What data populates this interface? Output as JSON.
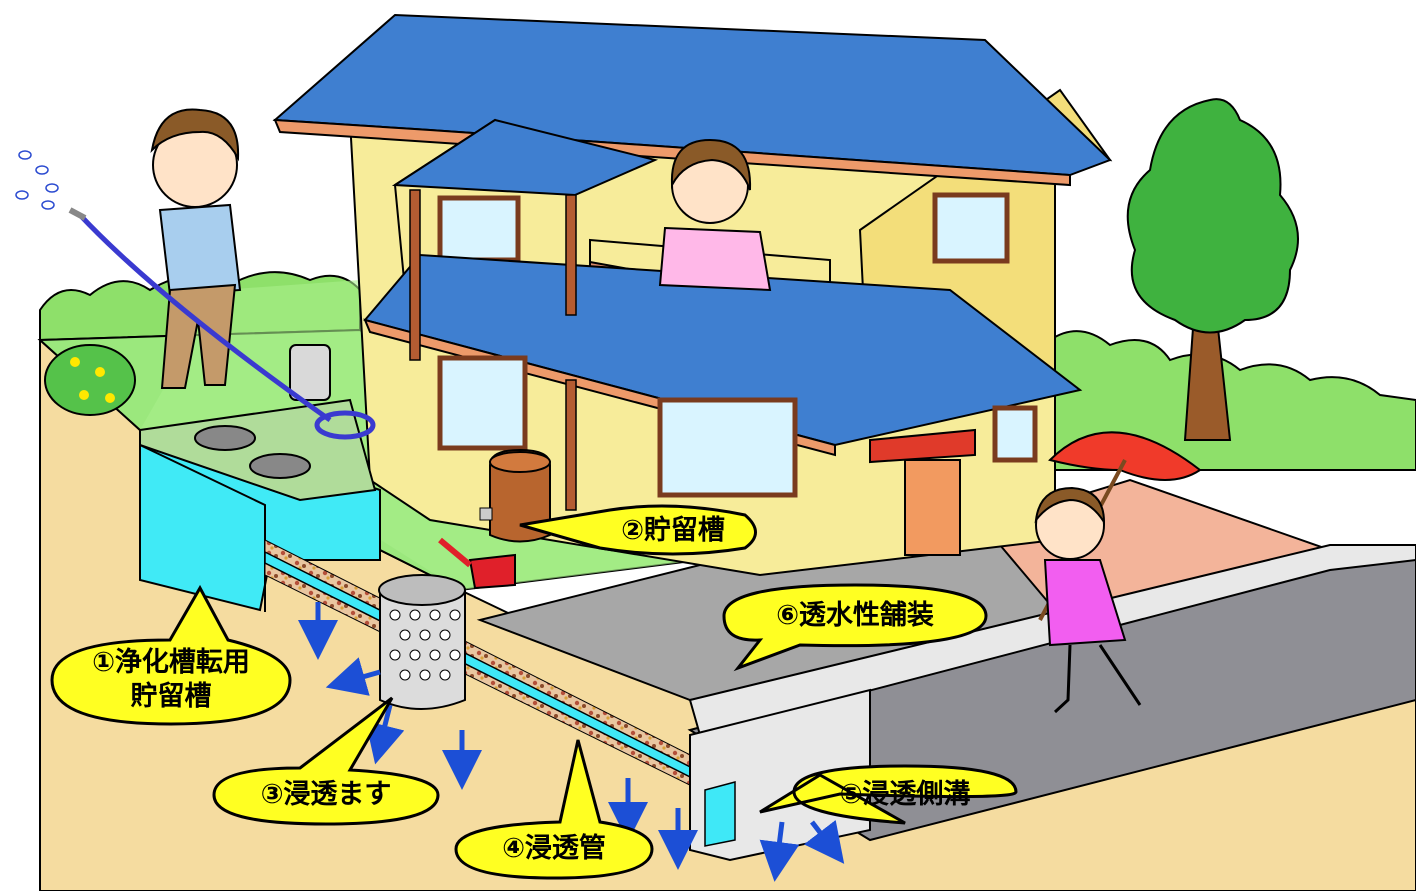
{
  "colors": {
    "roof": "#3f7fd0",
    "wall": "#f7ec9a",
    "trim": "#a85a32",
    "lawn": "#9be87d",
    "soil": "#f5dca0",
    "water": "#3fe8f7",
    "paving": "#a7a7a7",
    "road": "#8f8f95",
    "callout": "#ffff22",
    "arrow": "#1c4fd6"
  },
  "labels": {
    "callout_1": "①浄化槽転用\n貯留槽",
    "callout_2": "②貯留槽",
    "callout_3": "③浸透ます",
    "callout_4": "④浸透管",
    "callout_5": "⑤浸透側溝",
    "callout_6": "⑥透水性舗装"
  },
  "icons": {
    "house": "house-illustration",
    "tree": "tree-illustration",
    "man": "man-with-hose",
    "woman": "woman-on-balcony",
    "girl": "girl-with-umbrella"
  }
}
